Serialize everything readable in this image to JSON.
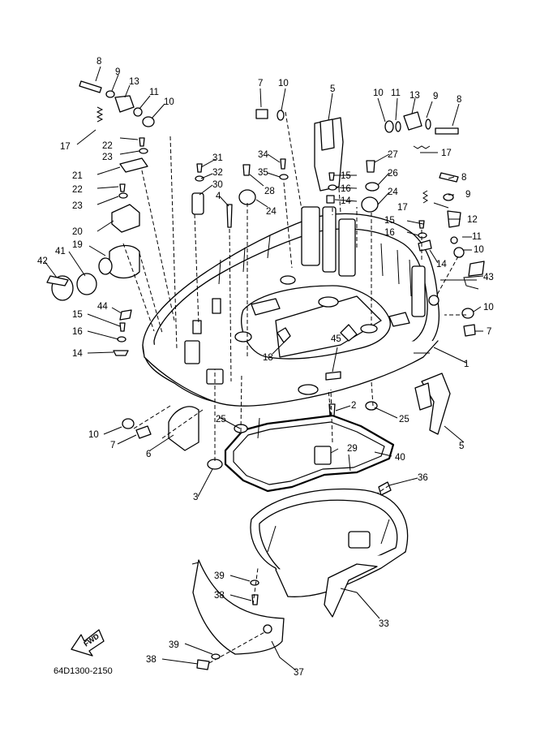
{
  "diagram_code": "64D1300-2150",
  "fwd_label": "FWD",
  "callouts": [
    {
      "id": "c8a",
      "text": "8"
    },
    {
      "id": "c9a",
      "text": "9"
    },
    {
      "id": "c13a",
      "text": "13"
    },
    {
      "id": "c11a",
      "text": "11"
    },
    {
      "id": "c10a",
      "text": "10"
    },
    {
      "id": "c17a",
      "text": "17"
    },
    {
      "id": "c22a",
      "text": "22"
    },
    {
      "id": "c23a",
      "text": "23"
    },
    {
      "id": "c21",
      "text": "21"
    },
    {
      "id": "c22b",
      "text": "22"
    },
    {
      "id": "c23b",
      "text": "23"
    },
    {
      "id": "c20",
      "text": "20"
    },
    {
      "id": "c41",
      "text": "41"
    },
    {
      "id": "c19",
      "text": "19"
    },
    {
      "id": "c42",
      "text": "42"
    },
    {
      "id": "c44",
      "text": "44"
    },
    {
      "id": "c15a",
      "text": "15"
    },
    {
      "id": "c16a",
      "text": "16"
    },
    {
      "id": "c14a",
      "text": "14"
    },
    {
      "id": "c31",
      "text": "31"
    },
    {
      "id": "c32",
      "text": "32"
    },
    {
      "id": "c30",
      "text": "30"
    },
    {
      "id": "c4",
      "text": "4"
    },
    {
      "id": "c7a",
      "text": "7"
    },
    {
      "id": "c10b",
      "text": "10"
    },
    {
      "id": "c34",
      "text": "34"
    },
    {
      "id": "c35",
      "text": "35"
    },
    {
      "id": "c28",
      "text": "28"
    },
    {
      "id": "c24a",
      "text": "24"
    },
    {
      "id": "c5a",
      "text": "5"
    },
    {
      "id": "c10c",
      "text": "10"
    },
    {
      "id": "c11b",
      "text": "11"
    },
    {
      "id": "c13b",
      "text": "13"
    },
    {
      "id": "c9b",
      "text": "9"
    },
    {
      "id": "c8b",
      "text": "8"
    },
    {
      "id": "c17b",
      "text": "17"
    },
    {
      "id": "c27",
      "text": "27"
    },
    {
      "id": "c15b",
      "text": "15"
    },
    {
      "id": "c26",
      "text": "26"
    },
    {
      "id": "c16b",
      "text": "16"
    },
    {
      "id": "c14b",
      "text": "14"
    },
    {
      "id": "c24b",
      "text": "24"
    },
    {
      "id": "c8c",
      "text": "8"
    },
    {
      "id": "c9c",
      "text": "9"
    },
    {
      "id": "c17c",
      "text": "17"
    },
    {
      "id": "c12",
      "text": "12"
    },
    {
      "id": "c15c",
      "text": "15"
    },
    {
      "id": "c16c",
      "text": "16"
    },
    {
      "id": "c11c",
      "text": "11"
    },
    {
      "id": "c10d",
      "text": "10"
    },
    {
      "id": "c14c",
      "text": "14"
    },
    {
      "id": "c43",
      "text": "43"
    },
    {
      "id": "c10e",
      "text": "10"
    },
    {
      "id": "c7b",
      "text": "7"
    },
    {
      "id": "c1",
      "text": "1"
    },
    {
      "id": "c18",
      "text": "18"
    },
    {
      "id": "c45",
      "text": "45"
    },
    {
      "id": "c2",
      "text": "2"
    },
    {
      "id": "c25a",
      "text": "25"
    },
    {
      "id": "c25b",
      "text": "25"
    },
    {
      "id": "c10f",
      "text": "10"
    },
    {
      "id": "c7c",
      "text": "7"
    },
    {
      "id": "c6",
      "text": "6"
    },
    {
      "id": "c29",
      "text": "29"
    },
    {
      "id": "c40",
      "text": "40"
    },
    {
      "id": "c5b",
      "text": "5"
    },
    {
      "id": "c3",
      "text": "3"
    },
    {
      "id": "c36",
      "text": "36"
    },
    {
      "id": "c39a",
      "text": "39"
    },
    {
      "id": "c38a",
      "text": "38"
    },
    {
      "id": "c33",
      "text": "33"
    },
    {
      "id": "c39b",
      "text": "39"
    },
    {
      "id": "c38b",
      "text": "38"
    },
    {
      "id": "c37",
      "text": "37"
    }
  ]
}
